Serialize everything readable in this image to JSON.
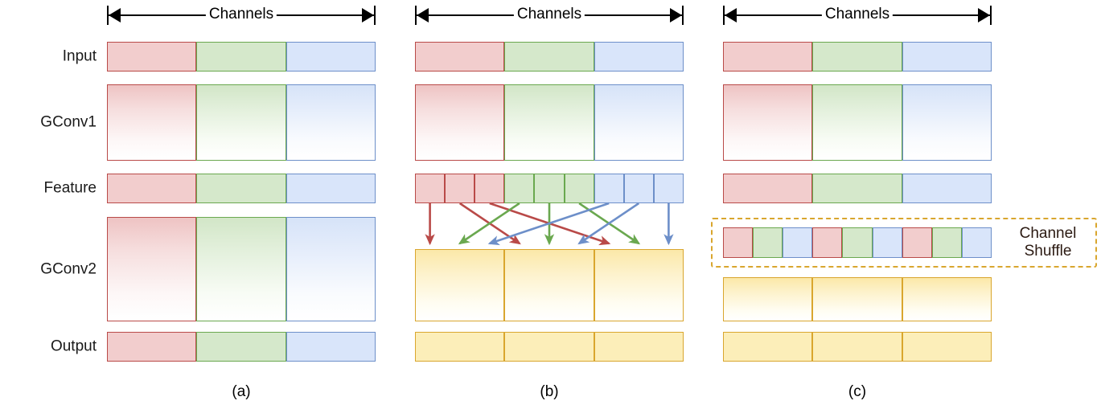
{
  "figure": {
    "ruler_label": "Channels",
    "row_labels": [
      "Input",
      "GConv1",
      "Feature",
      "GConv2",
      "Output"
    ],
    "panel_captions": [
      "(a)",
      "(b)",
      "(c)"
    ],
    "channel_shuffle_label": "Channel\nShuffle",
    "channel_shuffle_label_line1": "Channel",
    "channel_shuffle_label_line2": "Shuffle"
  },
  "colors": {
    "red_fill": "#f2cdcd",
    "red_stroke": "#b94a48",
    "green_fill": "#d5e8cb",
    "green_stroke": "#6aa84f",
    "blue_fill": "#d9e5fa",
    "blue_stroke": "#6d8fc9",
    "yellow_fill": "#fceeb9",
    "yellow_stroke": "#d9a62e",
    "shuffle_dash": "#d9a62e",
    "axis": "#000000"
  },
  "panels": [
    {
      "id": "a",
      "caption": "(a)",
      "rows": [
        {
          "name": "Input",
          "groups": [
            "r",
            "g",
            "b"
          ],
          "subdivided": false,
          "gradient": false
        },
        {
          "name": "GConv1",
          "groups": [
            "r",
            "g",
            "b"
          ],
          "subdivided": false,
          "gradient": true
        },
        {
          "name": "Feature",
          "groups": [
            "r",
            "g",
            "b"
          ],
          "subdivided": false,
          "gradient": false
        },
        {
          "name": "GConv2",
          "groups": [
            "r",
            "g",
            "b"
          ],
          "subdivided": false,
          "gradient": true
        },
        {
          "name": "Output",
          "groups": [
            "r",
            "g",
            "b"
          ],
          "subdivided": false,
          "gradient": false
        }
      ]
    },
    {
      "id": "b",
      "caption": "(b)",
      "rows": [
        {
          "name": "Input",
          "groups": [
            "r",
            "g",
            "b"
          ],
          "subdivided": false,
          "gradient": false
        },
        {
          "name": "GConv1",
          "groups": [
            "r",
            "g",
            "b"
          ],
          "subdivided": false,
          "gradient": true
        },
        {
          "name": "Feature",
          "groups": [
            "r",
            "g",
            "b"
          ],
          "subdivided": true,
          "cells_per_group": 3,
          "gradient": false
        },
        {
          "name": "GConv2",
          "groups": [
            "y",
            "y",
            "y"
          ],
          "subdivided": false,
          "gradient": true
        },
        {
          "name": "Output",
          "groups": [
            "y",
            "y",
            "y"
          ],
          "subdivided": false,
          "gradient": false
        }
      ],
      "shuffle_arrows": [
        {
          "from_cell": 0,
          "to_slot": 0,
          "color": "r"
        },
        {
          "from_cell": 1,
          "to_slot": 3,
          "color": "r"
        },
        {
          "from_cell": 2,
          "to_slot": 6,
          "color": "r"
        },
        {
          "from_cell": 3,
          "to_slot": 1,
          "color": "g"
        },
        {
          "from_cell": 4,
          "to_slot": 4,
          "color": "g"
        },
        {
          "from_cell": 5,
          "to_slot": 7,
          "color": "g"
        },
        {
          "from_cell": 6,
          "to_slot": 2,
          "color": "b"
        },
        {
          "from_cell": 7,
          "to_slot": 5,
          "color": "b"
        },
        {
          "from_cell": 8,
          "to_slot": 8,
          "color": "b"
        }
      ]
    },
    {
      "id": "c",
      "caption": "(c)",
      "rows": [
        {
          "name": "Input",
          "groups": [
            "r",
            "g",
            "b"
          ],
          "subdivided": false,
          "gradient": false
        },
        {
          "name": "GConv1",
          "groups": [
            "r",
            "g",
            "b"
          ],
          "subdivided": false,
          "gradient": true
        },
        {
          "name": "Feature",
          "groups": [
            "r",
            "g",
            "b"
          ],
          "subdivided": false,
          "gradient": false
        },
        {
          "name": "GConv2",
          "groups": [
            "y",
            "y",
            "y"
          ],
          "subdivided": false,
          "gradient": true
        },
        {
          "name": "Output",
          "groups": [
            "y",
            "y",
            "y"
          ],
          "subdivided": false,
          "gradient": false
        }
      ],
      "shuffled_sequence": [
        "r",
        "g",
        "b",
        "r",
        "g",
        "b",
        "r",
        "g",
        "b"
      ]
    }
  ]
}
